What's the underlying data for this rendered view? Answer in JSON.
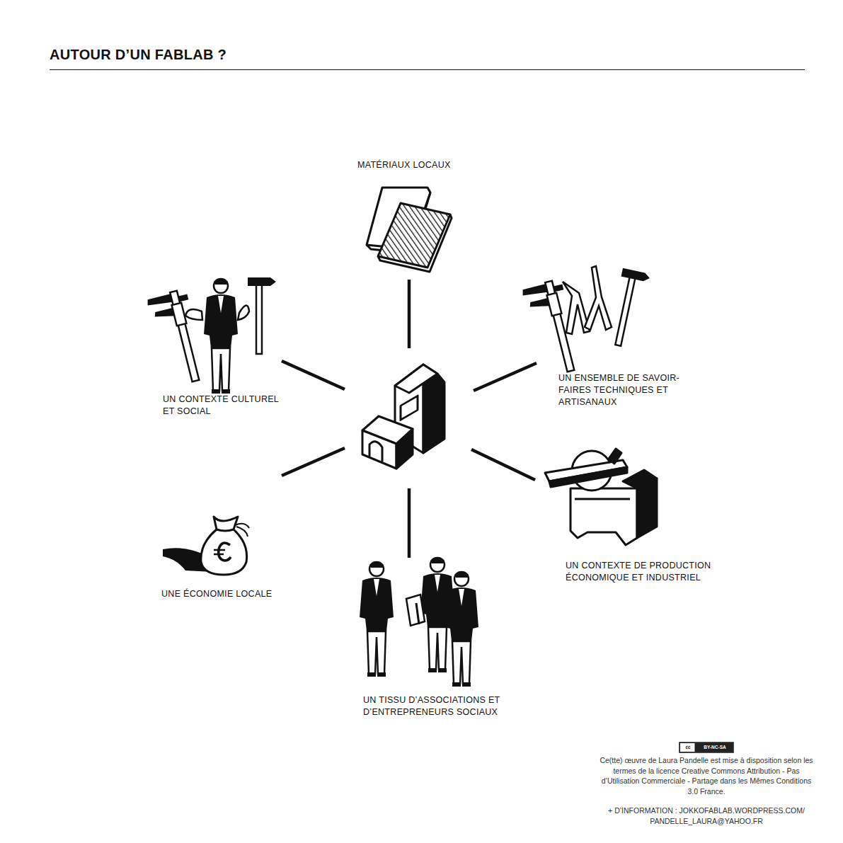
{
  "diagram": {
    "title": "AUTOUR D’UN FABLAB ?",
    "nodes": [
      {
        "text": [
          "MATÉRIAUX LOCAUX"
        ]
      },
      {
        "text": [
          "UN ENSEMBLE DE SAVOIR-FAIRES TECHNIQUES ET ARTISANAUX"
        ]
      },
      {
        "text": [
          "UN CONTEXTE CULTUREL ET SOCIAL"
        ]
      },
      {
        "text": [
          "UN CONTEXTE DE PRODUCTION ÉCONOMIQUE ET INDUSTRIEL"
        ]
      },
      {
        "text": [
          "UNE ÉCONOMIE LOCALE"
        ]
      },
      {
        "text": [
          "UN TISSU D’ASSOCIATIONS ET D’ENTREPRENEURS SOCIAUX"
        ]
      }
    ],
    "labels": [
      "cc",
      "BY-NC-SA",
      "Ce(tte) œuvre de Laura Pandelle est mise à disposition selon les termes de la licence Creative Commons Attribution - Pas d’Utilisation Commerciale - Partage dans les Mêmes Conditions 3.0 France.",
      "+ D’INFORMATION : JOKKOFABLAB.WORDPRESS.COM/ PANDELLE_LAURA@YAHOO.FR"
    ]
  }
}
